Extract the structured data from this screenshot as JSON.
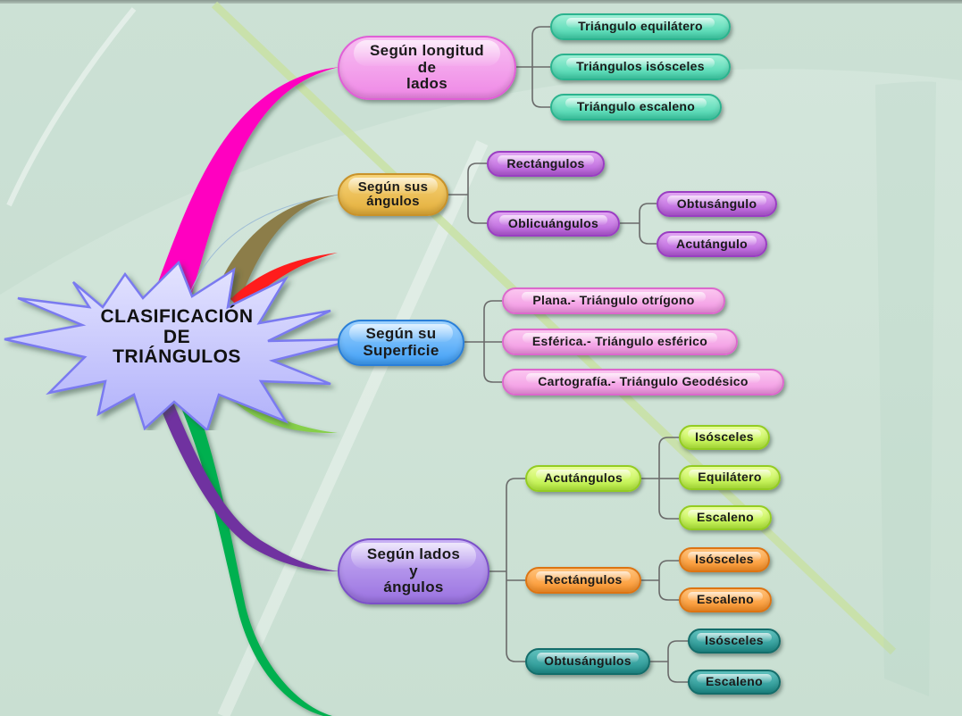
{
  "title": "CLASIFICACIÓN\nDE\nTRIÁNGULOS",
  "colors": {
    "background": "#d3e5db",
    "branch_longitud": "#ff00c0",
    "branch_angulos": "#8c7d4a",
    "branch_red": "#ff1a1a",
    "branch_light_green": "#86cf4a",
    "branch_lados_angulos": "#7030a0",
    "branch_green": "#00b050",
    "center_fill": "#c4c4ff",
    "connector": "#6a6a6a"
  },
  "branches": [
    {
      "label": "Según longitud\nde\nlados",
      "children": [
        {
          "label": "Triángulo equilátero"
        },
        {
          "label": "Triángulos isósceles"
        },
        {
          "label": "Triángulo escaleno"
        }
      ]
    },
    {
      "label": "Según sus\nángulos",
      "children": [
        {
          "label": "Rectángulos"
        },
        {
          "label": "Oblicuángulos",
          "children": [
            {
              "label": "Obtusángulo"
            },
            {
              "label": "Acutángulo"
            }
          ]
        }
      ]
    },
    {
      "label": "Según su\nSuperficie",
      "children": [
        {
          "label": "Plana.- Triángulo otrígono"
        },
        {
          "label": "Esférica.- Triángulo esférico"
        },
        {
          "label": "Cartografía.- Triángulo Geodésico"
        }
      ]
    },
    {
      "label": "Según lados\ny\nángulos",
      "children": [
        {
          "label": "Acutángulos",
          "children": [
            {
              "label": "Isósceles"
            },
            {
              "label": "Equilátero"
            },
            {
              "label": "Escaleno"
            }
          ]
        },
        {
          "label": "Rectángulos",
          "children": [
            {
              "label": "Isósceles"
            },
            {
              "label": "Escaleno"
            }
          ]
        },
        {
          "label": "Obtusángulos",
          "children": [
            {
              "label": "Isósceles"
            },
            {
              "label": "Escaleno"
            }
          ]
        }
      ]
    }
  ]
}
